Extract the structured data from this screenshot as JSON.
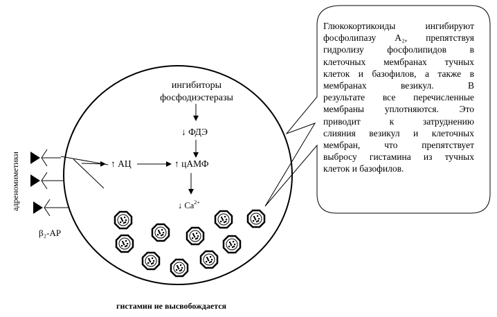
{
  "inhibitors_label": [
    "ингибиторы",
    "фосфодиэстеразы"
  ],
  "pde_label": "↓ ФДЭ",
  "ac_label": "↑ АЦ",
  "camp_label": "↑ цАМФ",
  "ca_label": "↓ Ca",
  "ca_superscript": "2+",
  "beta2_ar_label": "β₂-АР",
  "adrenomimetics_label": "адреномиметики",
  "bottom_caption": "гистамин не высвобождается",
  "callout_lines": [
    "Глюкокортикоиды ингибируют",
    "фосфолипазу А₂, препятствуя",
    "гидролизу фосфолипидов в",
    "клеточных мембранах тучных",
    "клеток и базофилов, а также в",
    "мембранах везикул. В",
    "результате все перечисленные",
    "мембраны уплотняются. Это",
    "приводит к затруднению",
    "слияния везикул и клеточных",
    "мембран, что препятствует",
    "выбросу гистамина из тучных",
    "клеток и базофилов."
  ],
  "colors": {
    "line": "#000000",
    "background": "#ffffff"
  }
}
